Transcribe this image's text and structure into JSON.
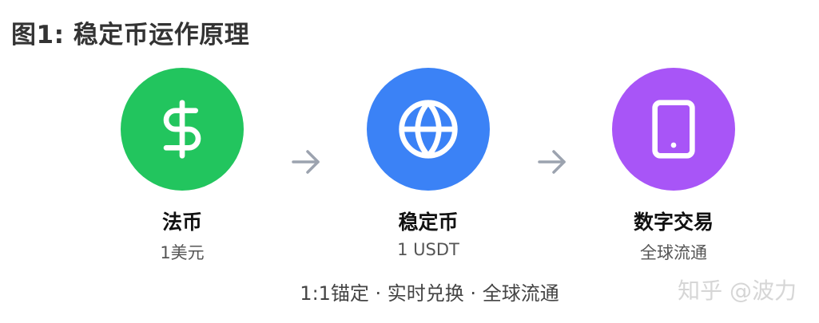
{
  "title": "图1: 稳定币运作原理",
  "nodes": [
    {
      "label": "法币",
      "sub": "1美元",
      "color": "#22c55e",
      "icon": "dollar-icon"
    },
    {
      "label": "稳定币",
      "sub": "1 USDT",
      "color": "#3b82f6",
      "icon": "globe-icon"
    },
    {
      "label": "数字交易",
      "sub": "全球流通",
      "color": "#a855f7",
      "icon": "tablet-icon"
    }
  ],
  "arrow_color": "#9ca3af",
  "footer": "1:1锚定 · 实时兑换 · 全球流通",
  "watermark": "知乎 @波力"
}
